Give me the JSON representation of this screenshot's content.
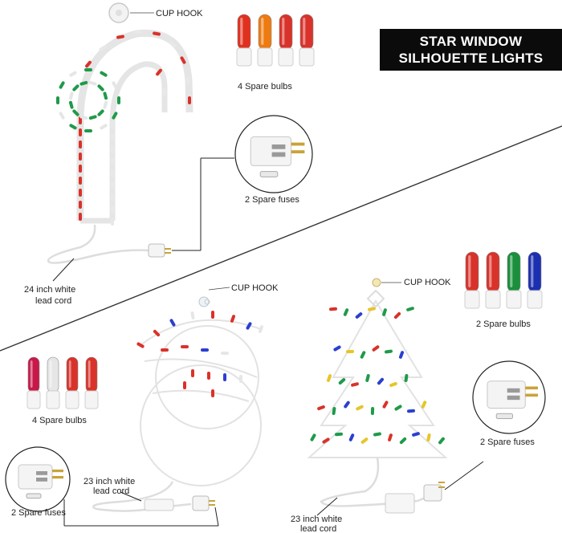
{
  "title": {
    "line1": "STAR WINDOW",
    "line2": "SILHOUETTE LIGHTS"
  },
  "candy_cane": {
    "cup_hook": "CUP HOOK",
    "spare_bulbs": "4 Spare bulbs",
    "spare_fuses": "2 Spare fuses",
    "cord_line1": "24 inch white",
    "cord_line2": "lead cord",
    "bulb_colors": [
      "#e0311f",
      "#ee7a10",
      "#d9322a",
      "#d9322a"
    ]
  },
  "snowman": {
    "cup_hook": "CUP HOOK",
    "spare_bulbs": "4 Spare bulbs",
    "spare_fuses": "2 Spare fuses",
    "cord_line1": "23 inch white",
    "cord_line2": "lead cord",
    "bulb_colors": [
      "#c8184a",
      "#e6e6e6",
      "#d9322a",
      "#d9322a"
    ]
  },
  "tree": {
    "cup_hook": "CUP HOOK",
    "spare_bulbs": "2 Spare bulbs",
    "spare_fuses": "2 Spare fuses",
    "cord_line1": "23 inch white",
    "cord_line2": "lead cord",
    "bulb_colors": [
      "#d9322a",
      "#d9322a",
      "#1a8f3c",
      "#1c2fb0"
    ]
  }
}
